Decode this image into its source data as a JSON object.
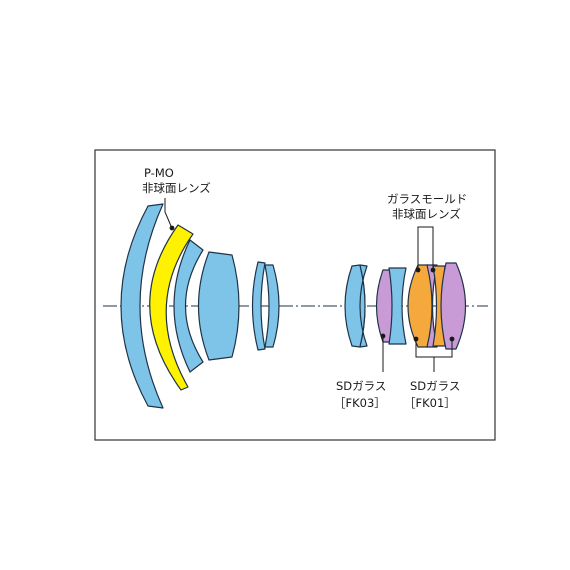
{
  "colors": {
    "standard_glass": "#7ec3e8",
    "pmo_aspherical": "#fff200",
    "sd_fk03": "#c89ad6",
    "sd_fk01": "#d9a3d8",
    "glass_mold_aspherical": "#f5a93c",
    "frame": "#333333",
    "axis": "#1f3347"
  },
  "labels": {
    "pmo": {
      "line1": "P-MO",
      "line2": "非球面レンズ"
    },
    "glass_mold": {
      "line1": "ガラスモールド",
      "line2": "非球面レンズ"
    },
    "sd_fk03": {
      "line1": "SDガラス",
      "line2": "［FK03］"
    },
    "sd_fk01": {
      "line1": "SDガラス",
      "line2": "［FK01］"
    }
  }
}
